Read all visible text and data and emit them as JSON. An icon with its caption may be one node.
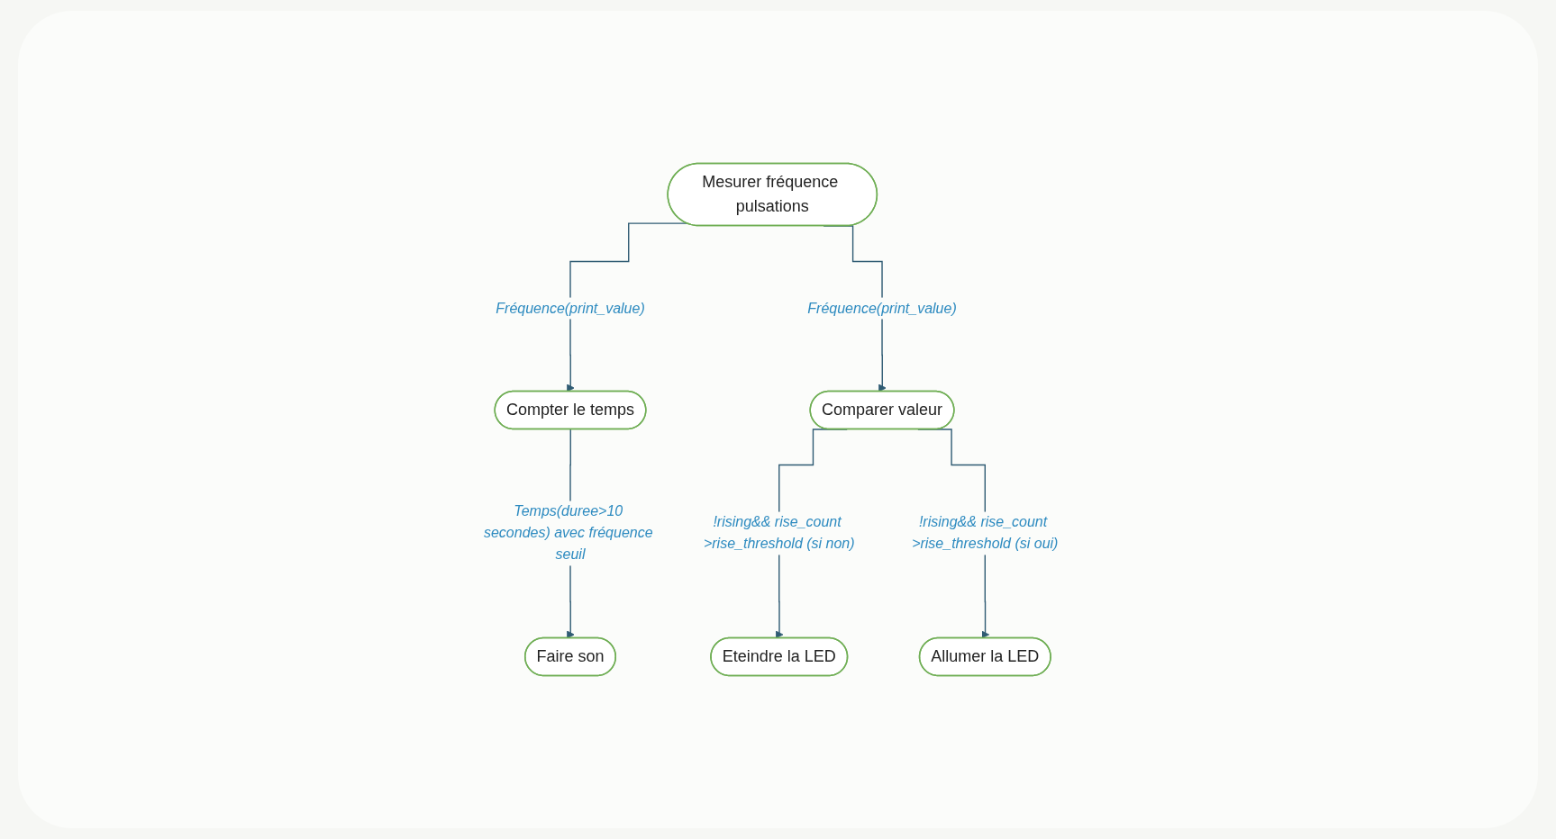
{
  "diagram": {
    "nodes": [
      {
        "text": [
          "Mesurer fréquence pulsations"
        ]
      },
      {
        "text": [
          "Compter le temps"
        ]
      },
      {
        "text": [
          "Comparer valeur"
        ]
      },
      {
        "text": [
          "Eteindre la LED"
        ]
      },
      {
        "text": [
          "Allumer la LED"
        ]
      },
      {
        "text": [
          "Faire son"
        ]
      }
    ],
    "edges": [
      {
        "from": 0,
        "to": 1,
        "arrow": "to",
        "label": "Fréquence(print_value)"
      },
      {
        "from": 0,
        "to": 2,
        "arrow": "to",
        "label": "Fréquence(print_value)"
      },
      {
        "from": 2,
        "to": 3,
        "arrow": "to",
        "label": "!rising&& rise_count >rise_threshold (si non)"
      },
      {
        "from": 2,
        "to": 4,
        "arrow": "to",
        "label": "!rising&& rise_count >rise_threshold (si oui)"
      },
      {
        "from": 1,
        "to": 5,
        "arrow": "to",
        "label": "Temps(duree>10 secondes) avec fréquence seuil"
      }
    ]
  }
}
